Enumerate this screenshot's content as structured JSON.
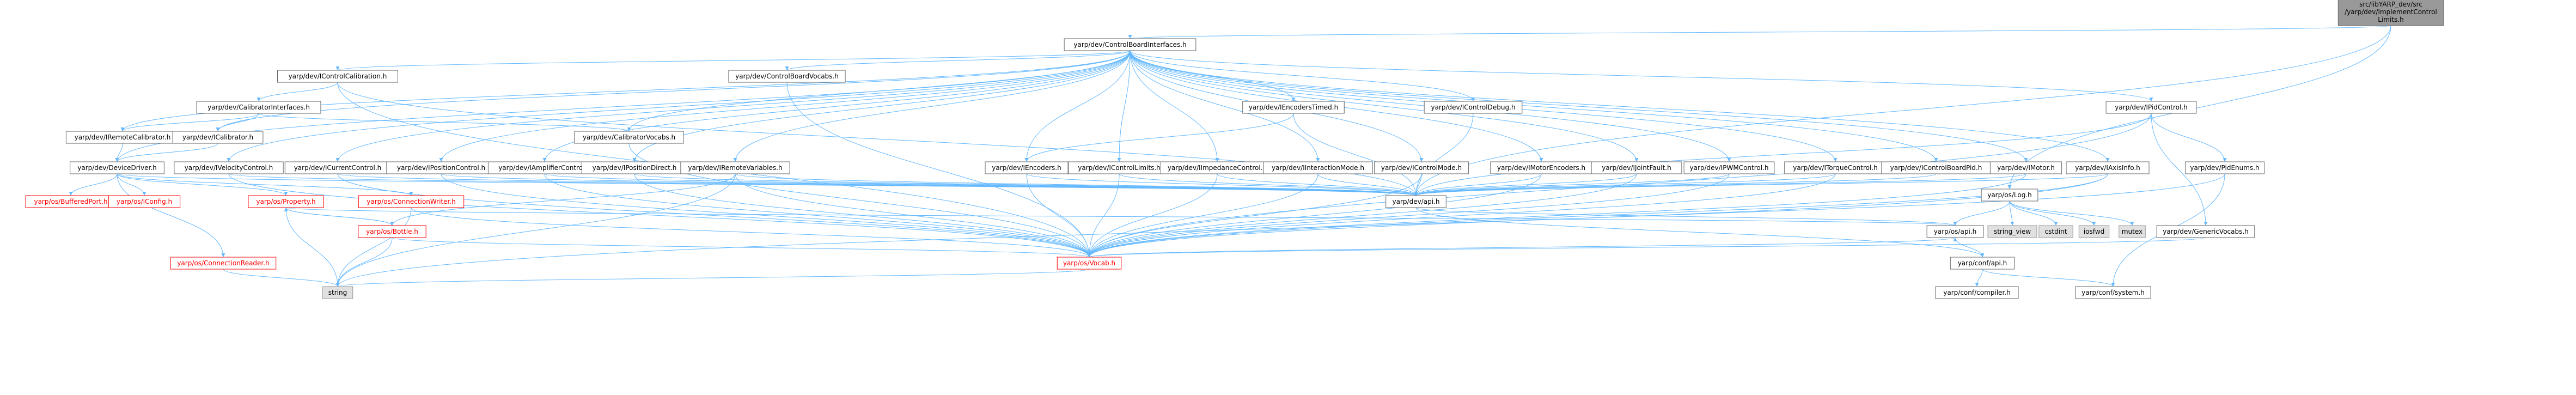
{
  "colors": {
    "node_fill": "#ffffff",
    "node_border": "#666666",
    "root_fill": "#999999",
    "root_border": "#666666",
    "gray_fill": "#e0e0e0",
    "gray_border": "#999999",
    "edge": "#63b8ff",
    "text_link": "#000000",
    "text_red": "#ff0000",
    "text_root": "#000000"
  },
  "nodes": [
    {
      "id": "root",
      "lines": [
        "src/libYARP_dev/src",
        "/yarp/dev/ImplementControl",
        "Limits.h"
      ],
      "style": "root"
    },
    {
      "id": "cbi",
      "lines": [
        "yarp/dev/ControlBoardInterfaces.h"
      ],
      "style": "link"
    },
    {
      "id": "icc",
      "lines": [
        "yarp/dev/IControlCalibration.h"
      ],
      "style": "link"
    },
    {
      "id": "cbv",
      "lines": [
        "yarp/dev/ControlBoardVocabs.h"
      ],
      "style": "link"
    },
    {
      "id": "ci",
      "lines": [
        "yarp/dev/CalibratorInterfaces.h"
      ],
      "style": "link"
    },
    {
      "id": "ircal",
      "lines": [
        "yarp/dev/IRemoteCalibrator.h"
      ],
      "style": "link"
    },
    {
      "id": "cal",
      "lines": [
        "yarp/dev/ICalibrator.h"
      ],
      "style": "link"
    },
    {
      "id": "calv",
      "lines": [
        "yarp/dev/CalibratorVocabs.h"
      ],
      "style": "link"
    },
    {
      "id": "idd",
      "lines": [
        "yarp/dev/DeviceDriver.h"
      ],
      "style": "link"
    },
    {
      "id": "ivc",
      "lines": [
        "yarp/dev/IVelocityControl.h"
      ],
      "style": "link"
    },
    {
      "id": "icurc",
      "lines": [
        "yarp/dev/ICurrentControl.h"
      ],
      "style": "link"
    },
    {
      "id": "ipc",
      "lines": [
        "yarp/dev/IPositionControl.h"
      ],
      "style": "link"
    },
    {
      "id": "iac",
      "lines": [
        "yarp/dev/IAmplifierControl.h"
      ],
      "style": "link"
    },
    {
      "id": "ipd",
      "lines": [
        "yarp/dev/IPositionDirect.h"
      ],
      "style": "link"
    },
    {
      "id": "irv",
      "lines": [
        "yarp/dev/IRemoteVariables.h"
      ],
      "style": "link"
    },
    {
      "id": "ienct",
      "lines": [
        "yarp/dev/IEncodersTimed.h"
      ],
      "style": "link"
    },
    {
      "id": "ienc",
      "lines": [
        "yarp/dev/IEncoders.h"
      ],
      "style": "link"
    },
    {
      "id": "icl",
      "lines": [
        "yarp/dev/IControlLimits.h"
      ],
      "style": "link"
    },
    {
      "id": "iic",
      "lines": [
        "yarp/dev/IImpedanceControl.h"
      ],
      "style": "link"
    },
    {
      "id": "iim",
      "lines": [
        "yarp/dev/IInteractionMode.h"
      ],
      "style": "link"
    },
    {
      "id": "icdbg",
      "lines": [
        "yarp/dev/IControlDebug.h"
      ],
      "style": "link"
    },
    {
      "id": "icm",
      "lines": [
        "yarp/dev/IControlMode.h"
      ],
      "style": "link"
    },
    {
      "id": "ime",
      "lines": [
        "yarp/dev/IMotorEncoders.h"
      ],
      "style": "link"
    },
    {
      "id": "ijf",
      "lines": [
        "yarp/dev/IJointFault.h"
      ],
      "style": "link"
    },
    {
      "id": "ipwm",
      "lines": [
        "yarp/dev/IPWMControl.h"
      ],
      "style": "link"
    },
    {
      "id": "itc",
      "lines": [
        "yarp/dev/ITorqueControl.h"
      ],
      "style": "link"
    },
    {
      "id": "icbpid",
      "lines": [
        "yarp/dev/IControlBoardPid.h"
      ],
      "style": "link"
    },
    {
      "id": "imotor",
      "lines": [
        "yarp/dev/IMotor.h"
      ],
      "style": "link"
    },
    {
      "id": "iai",
      "lines": [
        "yarp/dev/IAxisInfo.h"
      ],
      "style": "link"
    },
    {
      "id": "ipidc",
      "lines": [
        "yarp/dev/IPidControl.h"
      ],
      "style": "link"
    },
    {
      "id": "pidenums",
      "lines": [
        "yarp/dev/PidEnums.h"
      ],
      "style": "link"
    },
    {
      "id": "gv",
      "lines": [
        "yarp/dev/GenericVocabs.h"
      ],
      "style": "link"
    },
    {
      "id": "devapi",
      "lines": [
        "yarp/dev/api.h"
      ],
      "style": "link"
    },
    {
      "id": "log",
      "lines": [
        "yarp/os/Log.h"
      ],
      "style": "link"
    },
    {
      "id": "osapi",
      "lines": [
        "yarp/os/api.h"
      ],
      "style": "link"
    },
    {
      "id": "sv",
      "lines": [
        "string_view"
      ],
      "style": "gray"
    },
    {
      "id": "cstdint",
      "lines": [
        "cstdint"
      ],
      "style": "gray"
    },
    {
      "id": "iosfwd",
      "lines": [
        "iosfwd"
      ],
      "style": "gray"
    },
    {
      "id": "mutex",
      "lines": [
        "mutex"
      ],
      "style": "gray"
    },
    {
      "id": "vocab",
      "lines": [
        "yarp/os/Vocab.h"
      ],
      "style": "red"
    },
    {
      "id": "confapi",
      "lines": [
        "yarp/conf/api.h"
      ],
      "style": "link"
    },
    {
      "id": "confsys",
      "lines": [
        "yarp/conf/system.h"
      ],
      "style": "link"
    },
    {
      "id": "confcomp",
      "lines": [
        "yarp/conf/compiler.h"
      ],
      "style": "link"
    },
    {
      "id": "string",
      "lines": [
        "string"
      ],
      "style": "gray"
    },
    {
      "id": "bufport",
      "lines": [
        "yarp/os/BufferedPort.h"
      ],
      "style": "red"
    },
    {
      "id": "iconfig",
      "lines": [
        "yarp/os/IConfig.h"
      ],
      "style": "red"
    },
    {
      "id": "prop",
      "lines": [
        "yarp/os/Property.h"
      ],
      "style": "red"
    },
    {
      "id": "connw",
      "lines": [
        "yarp/os/ConnectionWriter.h"
      ],
      "style": "red"
    },
    {
      "id": "bottle",
      "lines": [
        "yarp/os/Bottle.h"
      ],
      "style": "red"
    },
    {
      "id": "connr",
      "lines": [
        "yarp/os/ConnectionReader.h"
      ],
      "style": "red"
    }
  ],
  "edges": [
    [
      "root",
      "cbi"
    ],
    [
      "root",
      "devapi"
    ],
    [
      "root",
      "log"
    ],
    [
      "cbi",
      "icc"
    ],
    [
      "cbi",
      "cbv"
    ],
    [
      "cbi",
      "ircal"
    ],
    [
      "cbi",
      "cal"
    ],
    [
      "cbi",
      "calv"
    ],
    [
      "cbi",
      "idd"
    ],
    [
      "cbi",
      "ivc"
    ],
    [
      "cbi",
      "icurc"
    ],
    [
      "cbi",
      "ipc"
    ],
    [
      "cbi",
      "iac"
    ],
    [
      "cbi",
      "ipd"
    ],
    [
      "cbi",
      "irv"
    ],
    [
      "cbi",
      "ienct"
    ],
    [
      "cbi",
      "ienc"
    ],
    [
      "cbi",
      "icl"
    ],
    [
      "cbi",
      "iic"
    ],
    [
      "cbi",
      "iim"
    ],
    [
      "cbi",
      "icdbg"
    ],
    [
      "cbi",
      "icm"
    ],
    [
      "cbi",
      "ime"
    ],
    [
      "cbi",
      "ijf"
    ],
    [
      "cbi",
      "ipwm"
    ],
    [
      "cbi",
      "itc"
    ],
    [
      "cbi",
      "icbpid"
    ],
    [
      "cbi",
      "imotor"
    ],
    [
      "cbi",
      "iai"
    ],
    [
      "cbi",
      "ipidc"
    ],
    [
      "icc",
      "ci"
    ],
    [
      "icc",
      "vocab"
    ],
    [
      "icc",
      "devapi"
    ],
    [
      "ci",
      "ircal"
    ],
    [
      "ci",
      "cal"
    ],
    [
      "ci",
      "calv"
    ],
    [
      "ircal",
      "idd"
    ],
    [
      "cal",
      "idd"
    ],
    [
      "calv",
      "vocab"
    ],
    [
      "cbv",
      "vocab"
    ],
    [
      "idd",
      "bufport"
    ],
    [
      "idd",
      "iconfig"
    ],
    [
      "idd",
      "prop"
    ],
    [
      "idd",
      "connw"
    ],
    [
      "idd",
      "connr"
    ],
    [
      "idd",
      "devapi"
    ],
    [
      "ivc",
      "devapi"
    ],
    [
      "ivc",
      "vocab"
    ],
    [
      "icurc",
      "devapi"
    ],
    [
      "icurc",
      "vocab"
    ],
    [
      "ipc",
      "devapi"
    ],
    [
      "ipc",
      "vocab"
    ],
    [
      "iac",
      "devapi"
    ],
    [
      "iac",
      "vocab"
    ],
    [
      "ipd",
      "devapi"
    ],
    [
      "ipd",
      "vocab"
    ],
    [
      "irv",
      "bottle"
    ],
    [
      "irv",
      "vocab"
    ],
    [
      "irv",
      "devapi"
    ],
    [
      "irv",
      "string"
    ],
    [
      "ienct",
      "ienc"
    ],
    [
      "ienct",
      "devapi"
    ],
    [
      "ienc",
      "devapi"
    ],
    [
      "ienc",
      "vocab"
    ],
    [
      "icl",
      "devapi"
    ],
    [
      "icl",
      "vocab"
    ],
    [
      "iic",
      "devapi"
    ],
    [
      "iic",
      "vocab"
    ],
    [
      "iim",
      "devapi"
    ],
    [
      "iim",
      "vocab"
    ],
    [
      "icdbg",
      "devapi"
    ],
    [
      "icm",
      "devapi"
    ],
    [
      "icm",
      "vocab"
    ],
    [
      "ime",
      "devapi"
    ],
    [
      "ime",
      "vocab"
    ],
    [
      "ijf",
      "devapi"
    ],
    [
      "ijf",
      "vocab"
    ],
    [
      "ipwm",
      "devapi"
    ],
    [
      "ipwm",
      "vocab"
    ],
    [
      "itc",
      "devapi"
    ],
    [
      "itc",
      "vocab"
    ],
    [
      "icbpid",
      "devapi"
    ],
    [
      "imotor",
      "devapi"
    ],
    [
      "imotor",
      "vocab"
    ],
    [
      "iai",
      "devapi"
    ],
    [
      "iai",
      "vocab"
    ],
    [
      "iai",
      "string"
    ],
    [
      "ipidc",
      "devapi"
    ],
    [
      "ipidc",
      "pidenums"
    ],
    [
      "ipidc",
      "gv"
    ],
    [
      "ipidc",
      "vocab"
    ],
    [
      "pidenums",
      "vocab"
    ],
    [
      "pidenums",
      "confsys"
    ],
    [
      "gv",
      "vocab"
    ],
    [
      "devapi",
      "osapi"
    ],
    [
      "devapi",
      "confapi"
    ],
    [
      "log",
      "osapi"
    ],
    [
      "log",
      "sv"
    ],
    [
      "log",
      "cstdint"
    ],
    [
      "log",
      "iosfwd"
    ],
    [
      "log",
      "mutex"
    ],
    [
      "osapi",
      "confapi"
    ],
    [
      "vocab",
      "string"
    ],
    [
      "vocab",
      "osapi"
    ],
    [
      "confapi",
      "confsys"
    ],
    [
      "confapi",
      "confcomp"
    ],
    [
      "prop",
      "bottle"
    ],
    [
      "prop",
      "string"
    ],
    [
      "prop",
      "osapi"
    ],
    [
      "connw",
      "string"
    ],
    [
      "connw",
      "vocab"
    ],
    [
      "bottle",
      "string"
    ],
    [
      "bottle",
      "vocab"
    ],
    [
      "bottle",
      "prop"
    ],
    [
      "connr",
      "string"
    ]
  ]
}
